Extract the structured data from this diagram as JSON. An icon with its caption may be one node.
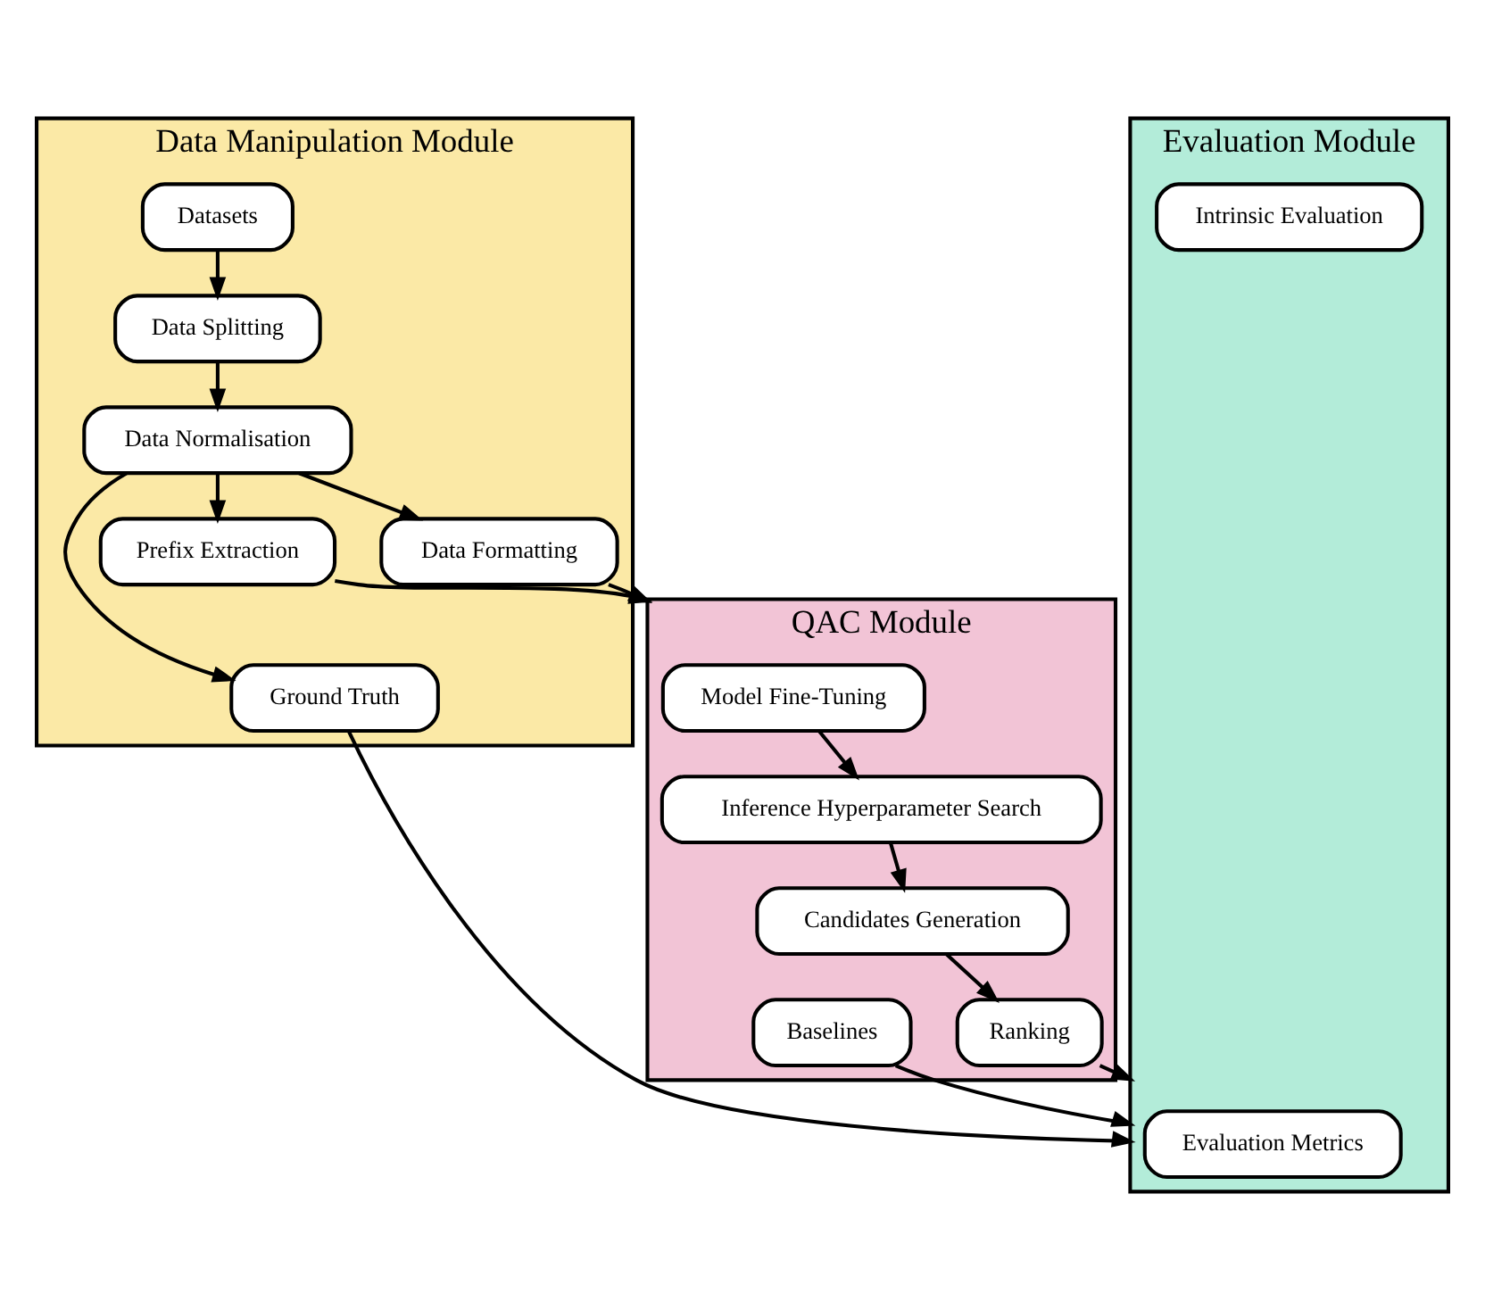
{
  "diagram": {
    "nodes": [
      {
        "text": [
          "Data Manipulation Module"
        ]
      },
      {
        "text": [
          "Datasets"
        ],
        "in": 0
      },
      {
        "text": [
          "Data Splitting"
        ],
        "in": 0
      },
      {
        "text": [
          "Data Normalisation"
        ],
        "in": 0
      },
      {
        "text": [
          "Prefix Extraction"
        ],
        "in": 0
      },
      {
        "text": [
          "Data Formatting"
        ],
        "in": 0
      },
      {
        "text": [
          "Ground Truth"
        ],
        "in": 0
      },
      {
        "text": [
          "QAC Module"
        ]
      },
      {
        "text": [
          "Model Fine-Tuning"
        ],
        "in": 7
      },
      {
        "text": [
          "Baselines"
        ],
        "in": 7
      },
      {
        "text": [
          "Inference Hyperparameter Search"
        ],
        "in": 7
      },
      {
        "text": [
          "Candidates Generation"
        ],
        "in": 7
      },
      {
        "text": [
          "Ranking"
        ],
        "in": 7
      },
      {
        "text": [
          "Evaluation Module"
        ]
      },
      {
        "text": [
          "Evaluation Metrics"
        ],
        "in": 13
      },
      {
        "text": [
          "Intrinsic Evaluation"
        ],
        "in": 13
      }
    ],
    "edges": [
      {
        "from": 1,
        "to": 2,
        "arrow": "to"
      },
      {
        "from": 2,
        "to": 3,
        "arrow": "to"
      },
      {
        "from": 3,
        "to": 4,
        "arrow": "to"
      },
      {
        "from": 3,
        "to": 5,
        "arrow": "to"
      },
      {
        "from": 3,
        "to": 6,
        "arrow": "to"
      },
      {
        "from": 4,
        "to": 7,
        "arrow": "to"
      },
      {
        "from": 5,
        "to": 7,
        "arrow": "to"
      },
      {
        "from": 6,
        "to": 13,
        "arrow": "to"
      },
      {
        "from": 8,
        "to": 10,
        "arrow": "to"
      },
      {
        "from": 10,
        "to": 11,
        "arrow": "to"
      },
      {
        "from": 11,
        "to": 12,
        "arrow": "to"
      },
      {
        "from": 9,
        "to": 13,
        "arrow": "to"
      },
      {
        "from": 12,
        "to": 13,
        "arrow": "to"
      }
    ]
  }
}
